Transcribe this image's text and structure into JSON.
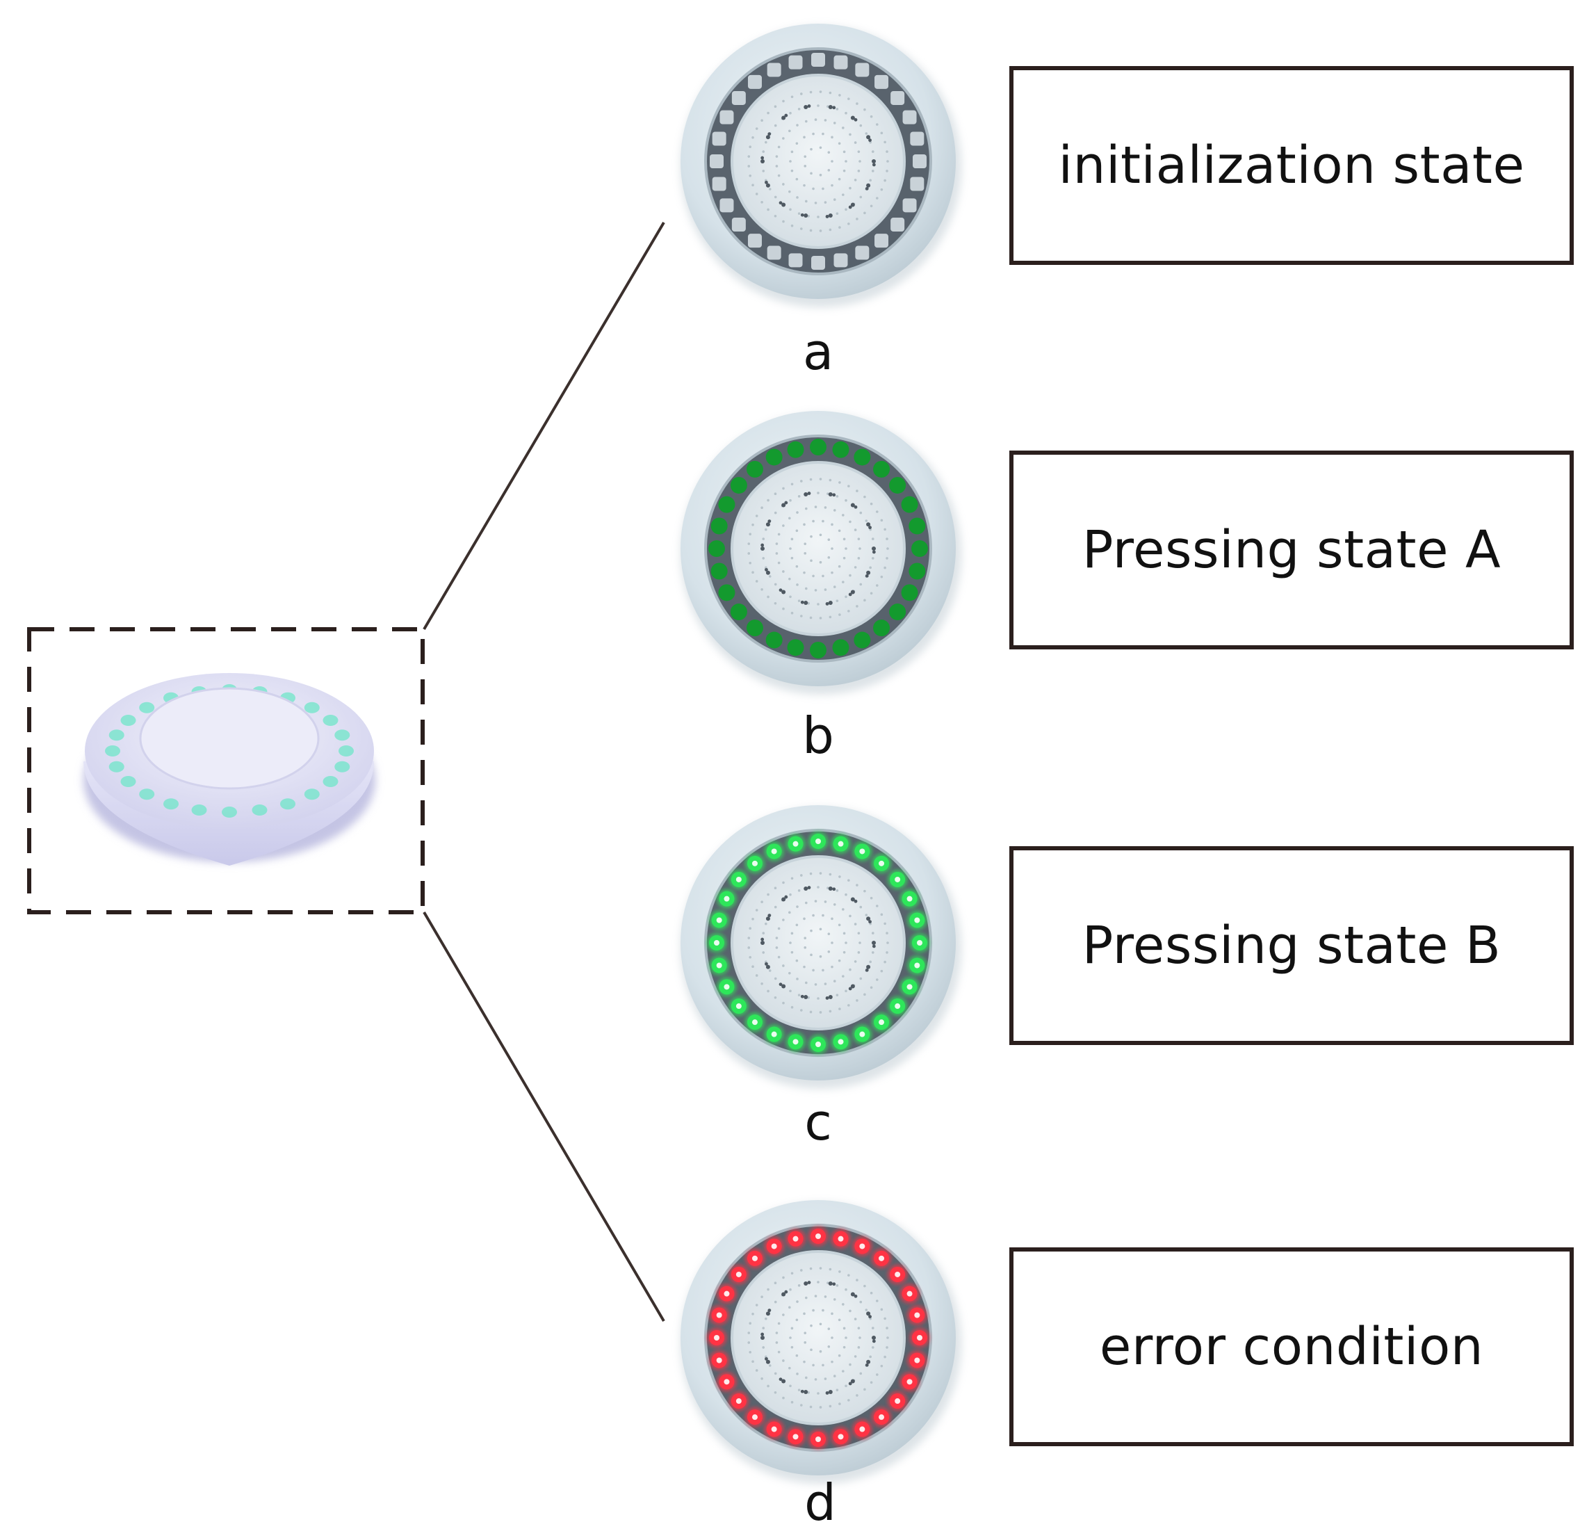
{
  "states": [
    {
      "letter": "a",
      "label": "initialization state",
      "led_color": "#9aa4ad",
      "led_style": "off"
    },
    {
      "letter": "b",
      "label": "Pressing state A",
      "led_color": "#139a2e",
      "led_style": "solid"
    },
    {
      "letter": "c",
      "label": "Pressing state B",
      "led_color": "#2ee65a",
      "led_style": "glow"
    },
    {
      "letter": "d",
      "label": "error condition",
      "led_color": "#ff3344",
      "led_style": "glow"
    }
  ],
  "colors": {
    "connector_line": "#3b302d",
    "dashed_box": "#2b1f1d",
    "device_body": "#d9e4ea",
    "device_body_3d": "#dcdcf4",
    "device_led_3d": "#6fe5c8"
  },
  "led_count": 28
}
